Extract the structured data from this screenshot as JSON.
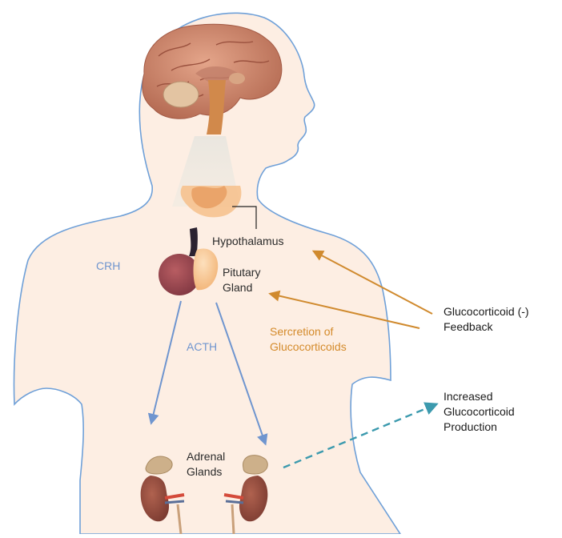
{
  "labels": {
    "hypothalamus": "Hypothalamus",
    "pituitary_line1": "Pitutary",
    "pituitary_line2": "Gland",
    "crh": "CRH",
    "acth": "ACTH",
    "secretion_line1": "Sercretion of",
    "secretion_line2": "Glucocorticoids",
    "feedback_line1": "Glucocorticoid (-)",
    "feedback_line2": "Feedback",
    "adrenal_line1": "Adrenal",
    "adrenal_line2": "Glands",
    "increased_line1": "Increased",
    "increased_line2": "Glucocorticoid",
    "increased_line3": "Production"
  },
  "colors": {
    "body_fill": "#fdeee3",
    "body_outline": "#6fa0d8",
    "brain": "#cf8a6e",
    "pituitary_front": "#f6c48e",
    "pituitary_back": "#9b4b4f",
    "blue_arrow": "#6f95cf",
    "orange_arrow": "#d08a2e",
    "teal_arrow": "#3c9aae",
    "kidney": "#9a4e3e",
    "adrenal_cap": "#cdb08a"
  }
}
